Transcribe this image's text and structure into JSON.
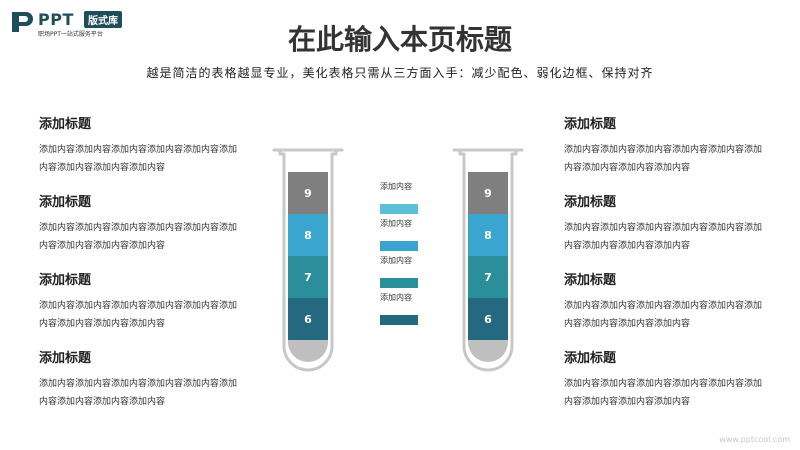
{
  "brand": {
    "name": "PPT",
    "badge": "版式库",
    "tagline": "职场PPT一站式服务平台"
  },
  "title": "在此输入本页标题",
  "subtitle": "越是简洁的表格越显专业，美化表格只需从三方面入手：减少配色、弱化边框、保持对齐",
  "left_blocks": [
    {
      "title": "添加标题",
      "text": "添加内容添加内容添加内容添加内容添加内容添加内容添加内容添加内容添加内容"
    },
    {
      "title": "添加标题",
      "text": "添加内容添加内容添加内容添加内容添加内容添加内容添加内容添加内容添加内容"
    },
    {
      "title": "添加标题",
      "text": "添加内容添加内容添加内容添加内容添加内容添加内容添加内容添加内容添加内容"
    },
    {
      "title": "添加标题",
      "text": "添加内容添加内容添加内容添加内容添加内容添加内容添加内容添加内容添加内容"
    }
  ],
  "right_blocks": [
    {
      "title": "添加标题",
      "text": "添加内容添加内容添加内容添加内容添加内容添加内容添加内容添加内容添加内容"
    },
    {
      "title": "添加标题",
      "text": "添加内容添加内容添加内容添加内容添加内容添加内容添加内容添加内容添加内容"
    },
    {
      "title": "添加标题",
      "text": "添加内容添加内容添加内容添加内容添加内容添加内容添加内容添加内容添加内容"
    },
    {
      "title": "添加标题",
      "text": "添加内容添加内容添加内容添加内容添加内容添加内容添加内容添加内容添加内容"
    }
  ],
  "tubes": [
    {
      "segments": [
        {
          "value": "9",
          "color": "#7f7f7f"
        },
        {
          "value": "8",
          "color": "#3aa6cf"
        },
        {
          "value": "7",
          "color": "#2a8f9a"
        },
        {
          "value": "6",
          "color": "#24697f"
        }
      ],
      "base_color": "#bfbfbf"
    },
    {
      "segments": [
        {
          "value": "9",
          "color": "#7f7f7f"
        },
        {
          "value": "8",
          "color": "#3aa6cf"
        },
        {
          "value": "7",
          "color": "#2a8f9a"
        },
        {
          "value": "6",
          "color": "#24697f"
        }
      ],
      "base_color": "#bfbfbf"
    }
  ],
  "legend": [
    {
      "label": "添加内容",
      "color": "#5bc0d6"
    },
    {
      "label": "添加内容",
      "color": "#3aa6cf"
    },
    {
      "label": "添加内容",
      "color": "#2a8f9a"
    },
    {
      "label": "添加内容",
      "color": "#24697f"
    }
  ],
  "watermark": "www.pptcool.com"
}
